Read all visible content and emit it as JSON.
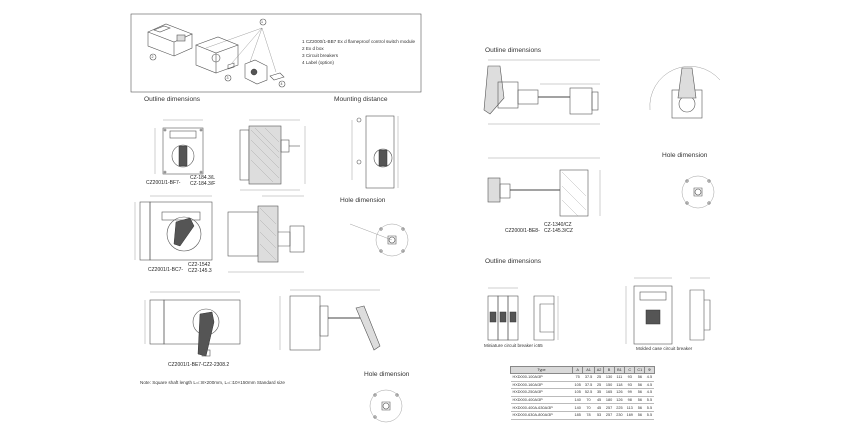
{
  "legend": [
    "1  CZ2000/1-BB7 Ex d flameproof control switch module",
    "2  Ex d box",
    "3  Circuit breakers",
    "4  Label (option)"
  ],
  "callouts": [
    "1",
    "2",
    "3",
    "4"
  ],
  "titles": {
    "outline_left": "Outline dimensions",
    "mounting": "Mounting distance",
    "hole1": "Hole dimension",
    "hole2": "Hole dimension",
    "outline_right": "Outline dimensions",
    "hole3": "Hole dimension",
    "outline_bottom": "Outline dimensions"
  },
  "model_labels": {
    "bf7_a": "CZ2001/1-BF7-",
    "bf7_b": "CZ-184.3/L",
    "bf7_c": "CZ-184.3/F",
    "bc7_a": "CZ2001/1-BC7-",
    "bc7_b": "CZ2-1542",
    "bc7_c": "CZ2-145.3",
    "be7": "CZ2001/1-BE7-CZ2-2308.2",
    "be8_a": "CZ2000/1-BE8-",
    "be8_b": "CZ-1340/CZ",
    "be8_c": "CZ-145.3/CZ"
  },
  "captions": {
    "miniature": "Miniature circuit breaker ic65",
    "molded": "Molded case circuit breaker"
  },
  "note": "Note: Square shaft length L=□8×200mm, L=□10×150mm Standard size",
  "table": {
    "headers": [
      "Type",
      "A",
      "A1",
      "A2",
      "B",
      "B1",
      "C",
      "C1",
      "Φ"
    ],
    "rows": [
      [
        "HXD000-100A/3P",
        "75",
        "37.5",
        "25",
        "130",
        "111",
        "93",
        "56",
        "4.5"
      ],
      [
        "HXD000-160A/3P",
        "105",
        "37.5",
        "25",
        "150",
        "118",
        "93",
        "56",
        "4.5"
      ],
      [
        "HXD000-250A/3P",
        "105",
        "52.5",
        "35",
        "165",
        "126",
        "99",
        "56",
        "4.5"
      ],
      [
        "HXD000-400A/3P",
        "140",
        "70",
        "45",
        "180",
        "126",
        "98",
        "56",
        "5.5"
      ],
      [
        "HXD000-400A-630A/3P",
        "140",
        "70",
        "45",
        "257",
        "225",
        "113",
        "56",
        "5.5"
      ],
      [
        "HXD000-630A-800A/3P",
        "185",
        "78",
        "53",
        "257",
        "230",
        "169",
        "56",
        "5.5"
      ]
    ]
  }
}
